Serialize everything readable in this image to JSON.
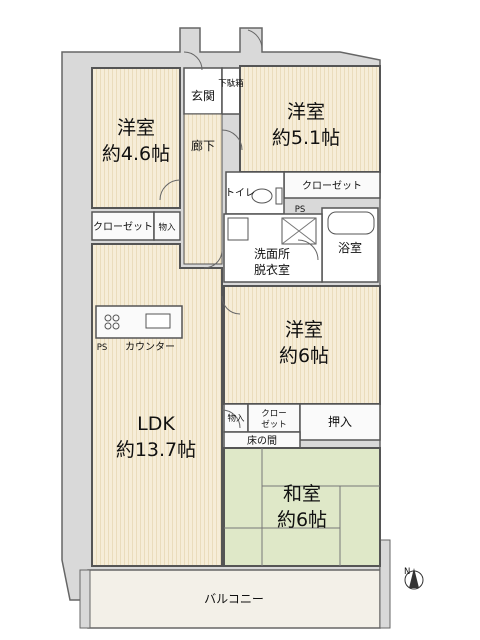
{
  "rooms": {
    "western_nw": {
      "name": "洋室",
      "size": "約4.6帖"
    },
    "western_ne": {
      "name": "洋室",
      "size": "約5.1帖"
    },
    "western_mid": {
      "name": "洋室",
      "size": "約6帖"
    },
    "ldk": {
      "name": "LDK",
      "size": "約13.7帖"
    },
    "japanese": {
      "name": "和室",
      "size": "約6帖"
    }
  },
  "labels": {
    "entrance": "玄関",
    "shoe_box": "下駄箱",
    "hallway": "廊下",
    "toilet": "トイレ",
    "closet_ne": "クローゼット",
    "closet_nw": "クローゼット",
    "storage_nw": "物入",
    "ps_upper": "PS",
    "bathroom": "浴室",
    "washroom_1": "洗面所",
    "washroom_2": "脱衣室",
    "ps_lower": "PS",
    "counter": "カウンター",
    "storage_mid": "物入",
    "closet_mid_1": "クロー",
    "closet_mid_2": "ゼット",
    "oshiire": "押入",
    "tokonoma": "床の間",
    "balcony": "バルコニー"
  },
  "colors": {
    "floor_wood": "#f6edd8",
    "floor_stripe": "#ece0c2",
    "tatami": "#dfe8c8",
    "wall": "#555555",
    "balcony": "#f3f0e8"
  }
}
